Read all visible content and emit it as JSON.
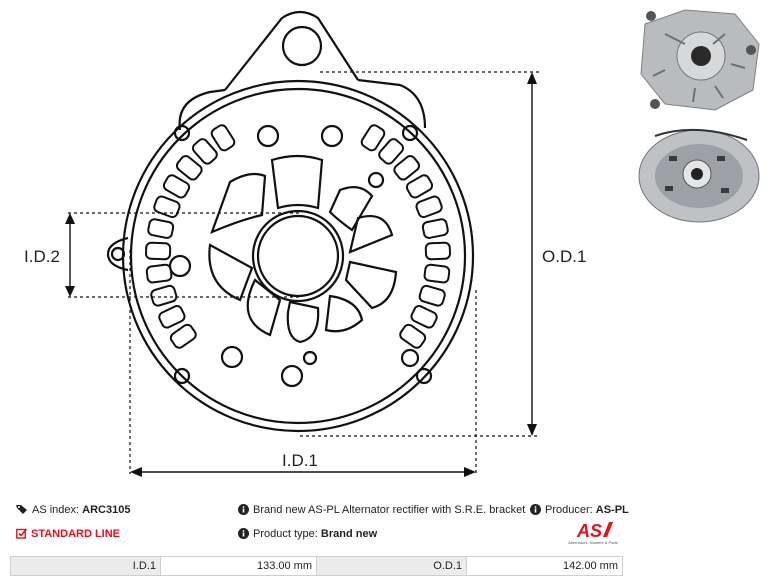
{
  "drawing": {
    "labels": {
      "id1": "I.D.1",
      "id2": "I.D.2",
      "od1": "O.D.1"
    }
  },
  "info": {
    "as_index_label": "AS index:",
    "as_index_value": "ARC3105",
    "description": "Brand new AS-PL Alternator rectifier with S.R.E. bracket",
    "producer_label": "Producer:",
    "producer_value": "AS-PL",
    "line": "STANDARD LINE",
    "product_type_label": "Product type:",
    "product_type_value": "Brand new"
  },
  "logo": {
    "text": "AS",
    "tagline": "Alternators, Starters & Parts"
  },
  "specs": [
    {
      "label": "I.D.1",
      "value": "133.00 mm"
    },
    {
      "label": "O.D.1",
      "value": "142.00 mm"
    }
  ],
  "colors": {
    "accent": "#e3101d",
    "table_label_bg": "#ececec",
    "border": "#cfcfcf"
  },
  "icons": {
    "tag": "tag-icon",
    "info": "info-icon",
    "check": "check-square-icon"
  }
}
